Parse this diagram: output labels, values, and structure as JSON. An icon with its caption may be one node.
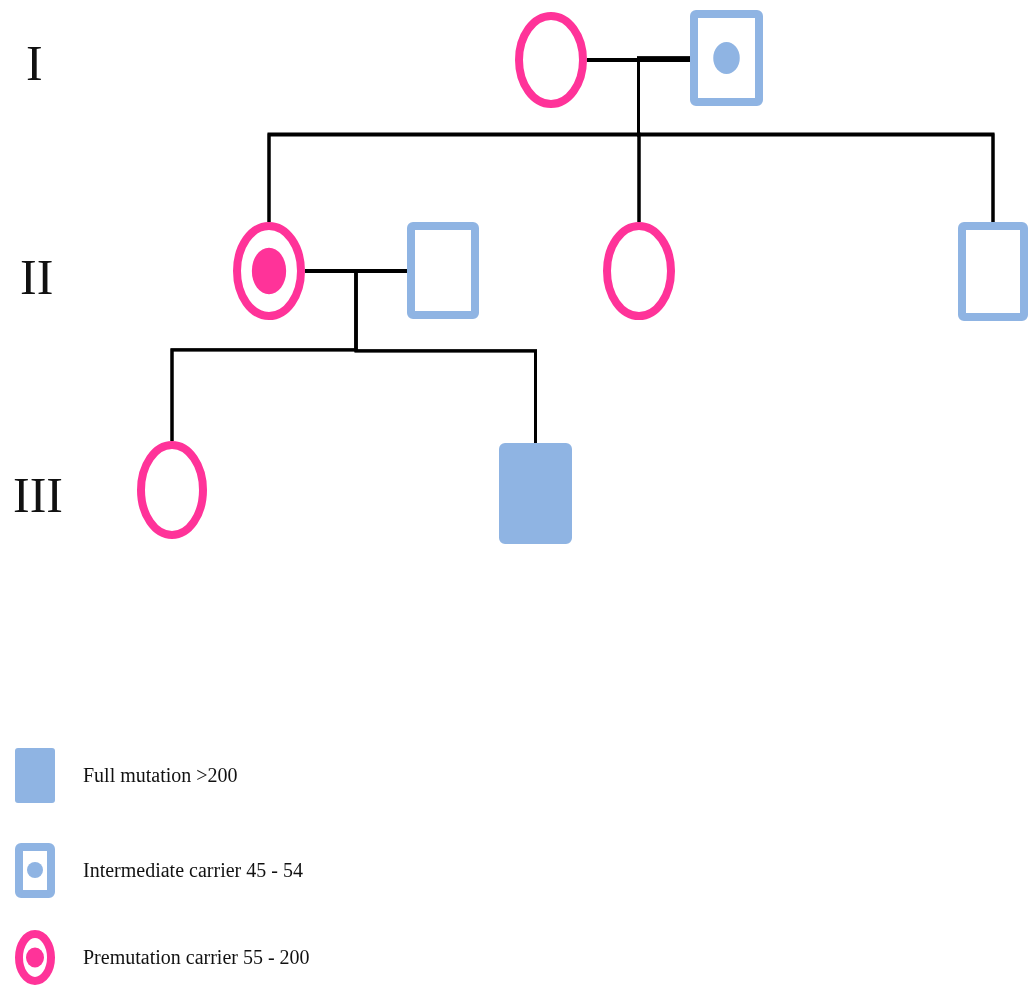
{
  "diagram": {
    "nodes": [
      {
        "text": [],
        "shape": "circle"
      },
      {
        "text": [],
        "shape": "box"
      },
      {
        "text": [],
        "shape": "circle"
      },
      {
        "text": [],
        "shape": "box"
      },
      {
        "text": [],
        "shape": "circle"
      },
      {
        "text": [],
        "shape": "box"
      },
      {
        "text": [],
        "shape": "circle"
      },
      {
        "text": [],
        "shape": "box"
      }
    ],
    "edges": [
      {
        "from": 0,
        "to": 1,
        "arrow": "none"
      },
      {
        "from": 0,
        "to": 2,
        "arrow": "none"
      },
      {
        "from": 1,
        "to": 2,
        "arrow": "none"
      },
      {
        "from": 0,
        "to": 4,
        "arrow": "none"
      },
      {
        "from": 1,
        "to": 4,
        "arrow": "none"
      },
      {
        "from": 0,
        "to": 5,
        "arrow": "none"
      },
      {
        "from": 1,
        "to": 5,
        "arrow": "none"
      },
      {
        "from": 2,
        "to": 3,
        "arrow": "none"
      },
      {
        "from": 2,
        "to": 6,
        "arrow": "none"
      },
      {
        "from": 3,
        "to": 6,
        "arrow": "none"
      },
      {
        "from": 2,
        "to": 7,
        "arrow": "none"
      },
      {
        "from": 3,
        "to": 7,
        "arrow": "none"
      }
    ],
    "labels": [
      "I",
      "II",
      "III"
    ],
    "legend": [
      {
        "text": "Full mutation >200",
        "color": "#8fb4e3"
      },
      {
        "text": "Intermediate carrier 45 - 54"
      },
      {
        "text": "Premutation carrier 55 - 200"
      }
    ]
  }
}
